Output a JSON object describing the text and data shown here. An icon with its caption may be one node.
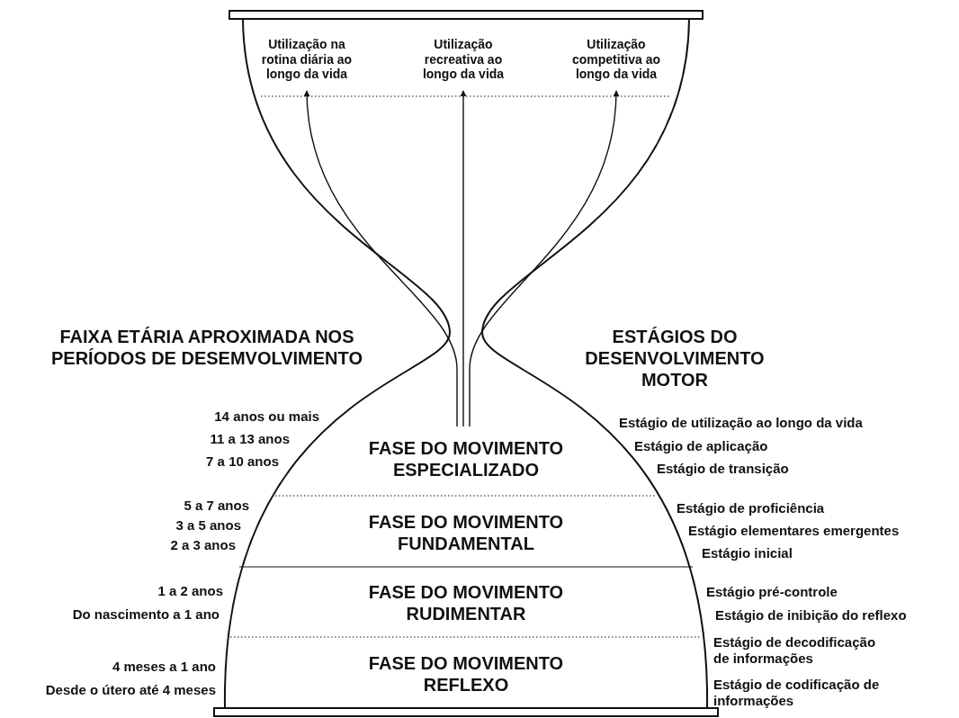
{
  "diagram": {
    "nodes": [
      {
        "text": [
          "Utilização na rotina diária ao longo da vida"
        ]
      },
      {
        "text": [
          "Utilização recreativa ao longo da vida"
        ]
      },
      {
        "text": [
          "Utilização competitiva ao longo da vida"
        ]
      },
      {
        "text": [
          "FASE DO MOVIMENTO ESPECIALIZADO"
        ]
      },
      {
        "text": [
          "FASE DO MOVIMENTO FUNDAMENTAL"
        ]
      },
      {
        "text": [
          "FASE DO MOVIMENTO RUDIMENTAR"
        ]
      },
      {
        "text": [
          "FASE DO MOVIMENTO REFLEXO"
        ]
      }
    ],
    "edges": [
      {
        "from": 3,
        "to": 0,
        "arrow": "to"
      },
      {
        "from": 3,
        "to": 1,
        "arrow": "to"
      },
      {
        "from": 3,
        "to": 2,
        "arrow": "to"
      }
    ],
    "labels": [
      "FAIXA ETÁRIA APROXIMADA NOS PERÍODOS DE DESEMVOLVIMENTO",
      "ESTÁGIOS DO DESENVOLVIMENTO MOTOR",
      "14 anos ou mais",
      "11 a 13 anos",
      "7 a 10 anos",
      "Estágio de utilização ao longo da vida",
      "Estágio de aplicação",
      "Estágio de transição",
      "5 a 7 anos",
      "3 a 5 anos",
      "2 a 3 anos",
      "Estágio de proficiência",
      "Estágio elementares emergentes",
      "Estágio inicial",
      "1 a 2 anos",
      "Do nascimento a 1 ano",
      "Estágio pré-controle",
      "Estágio de inibição do reflexo",
      "4 meses a 1 ano",
      "Desde o útero até 4 meses",
      "Estágio de decodificação de informações",
      "Estágio de codificação de informações"
    ]
  }
}
